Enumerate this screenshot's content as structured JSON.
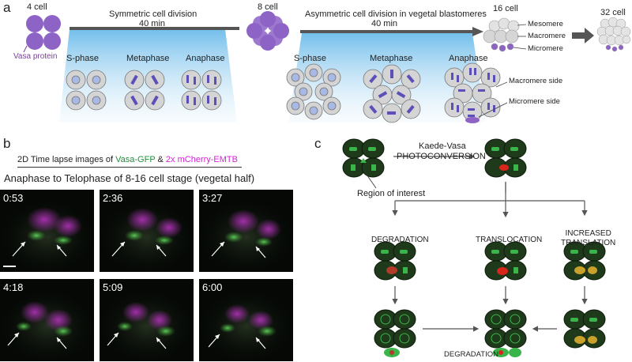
{
  "panels": {
    "a": "a",
    "b": "b",
    "c": "c"
  },
  "panel_a": {
    "stage_4cell": "4 cell",
    "stage_8cell": "8 cell",
    "stage_16cell": "16 cell",
    "stage_32cell": "32 cell",
    "vasa_label": "Vasa protein",
    "sym_title": "Symmetric cell division",
    "sym_time": "40 min",
    "asym_title": "Asymmetric cell division in vegetal blastomeres",
    "asym_time": "40 min",
    "phases": [
      "S-phase",
      "Metaphase",
      "Anaphase"
    ],
    "mesomere": "Mesomere",
    "macromere": "Macromere",
    "micromere": "Micromere",
    "macromere_side": "Macromere side",
    "micromere_side": "Micromere side"
  },
  "panel_b": {
    "title_prefix": "2D Time lapse images of ",
    "title_green": "Vasa-GFP",
    "title_amp": " & ",
    "title_magenta": "2x mCherry-EMTB",
    "subtitle": "Anaphase to Telophase of 8-16 cell stage (vegetal half)",
    "timestamps": [
      "0:53",
      "2:36",
      "3:27",
      "4:18",
      "5:09",
      "6:00"
    ]
  },
  "panel_c": {
    "kaede_title": "Kaede-Vasa",
    "photoconversion": "PHOTOCONVERSION",
    "region_label": "Region of interest",
    "outcomes": [
      "DEGRADATION",
      "TRANSLOCATION",
      "INCREASED\nTRANSLATION"
    ],
    "bottom_label": "DEGRADATION"
  },
  "colors": {
    "vasa_purple": "#8e63c6",
    "cell_gray": "#d4d4d4",
    "embryo_green": "#1f3a1a",
    "gfp_green": "#39b54a",
    "photo_red": "#d9261c",
    "arrow_gray": "#555555"
  }
}
